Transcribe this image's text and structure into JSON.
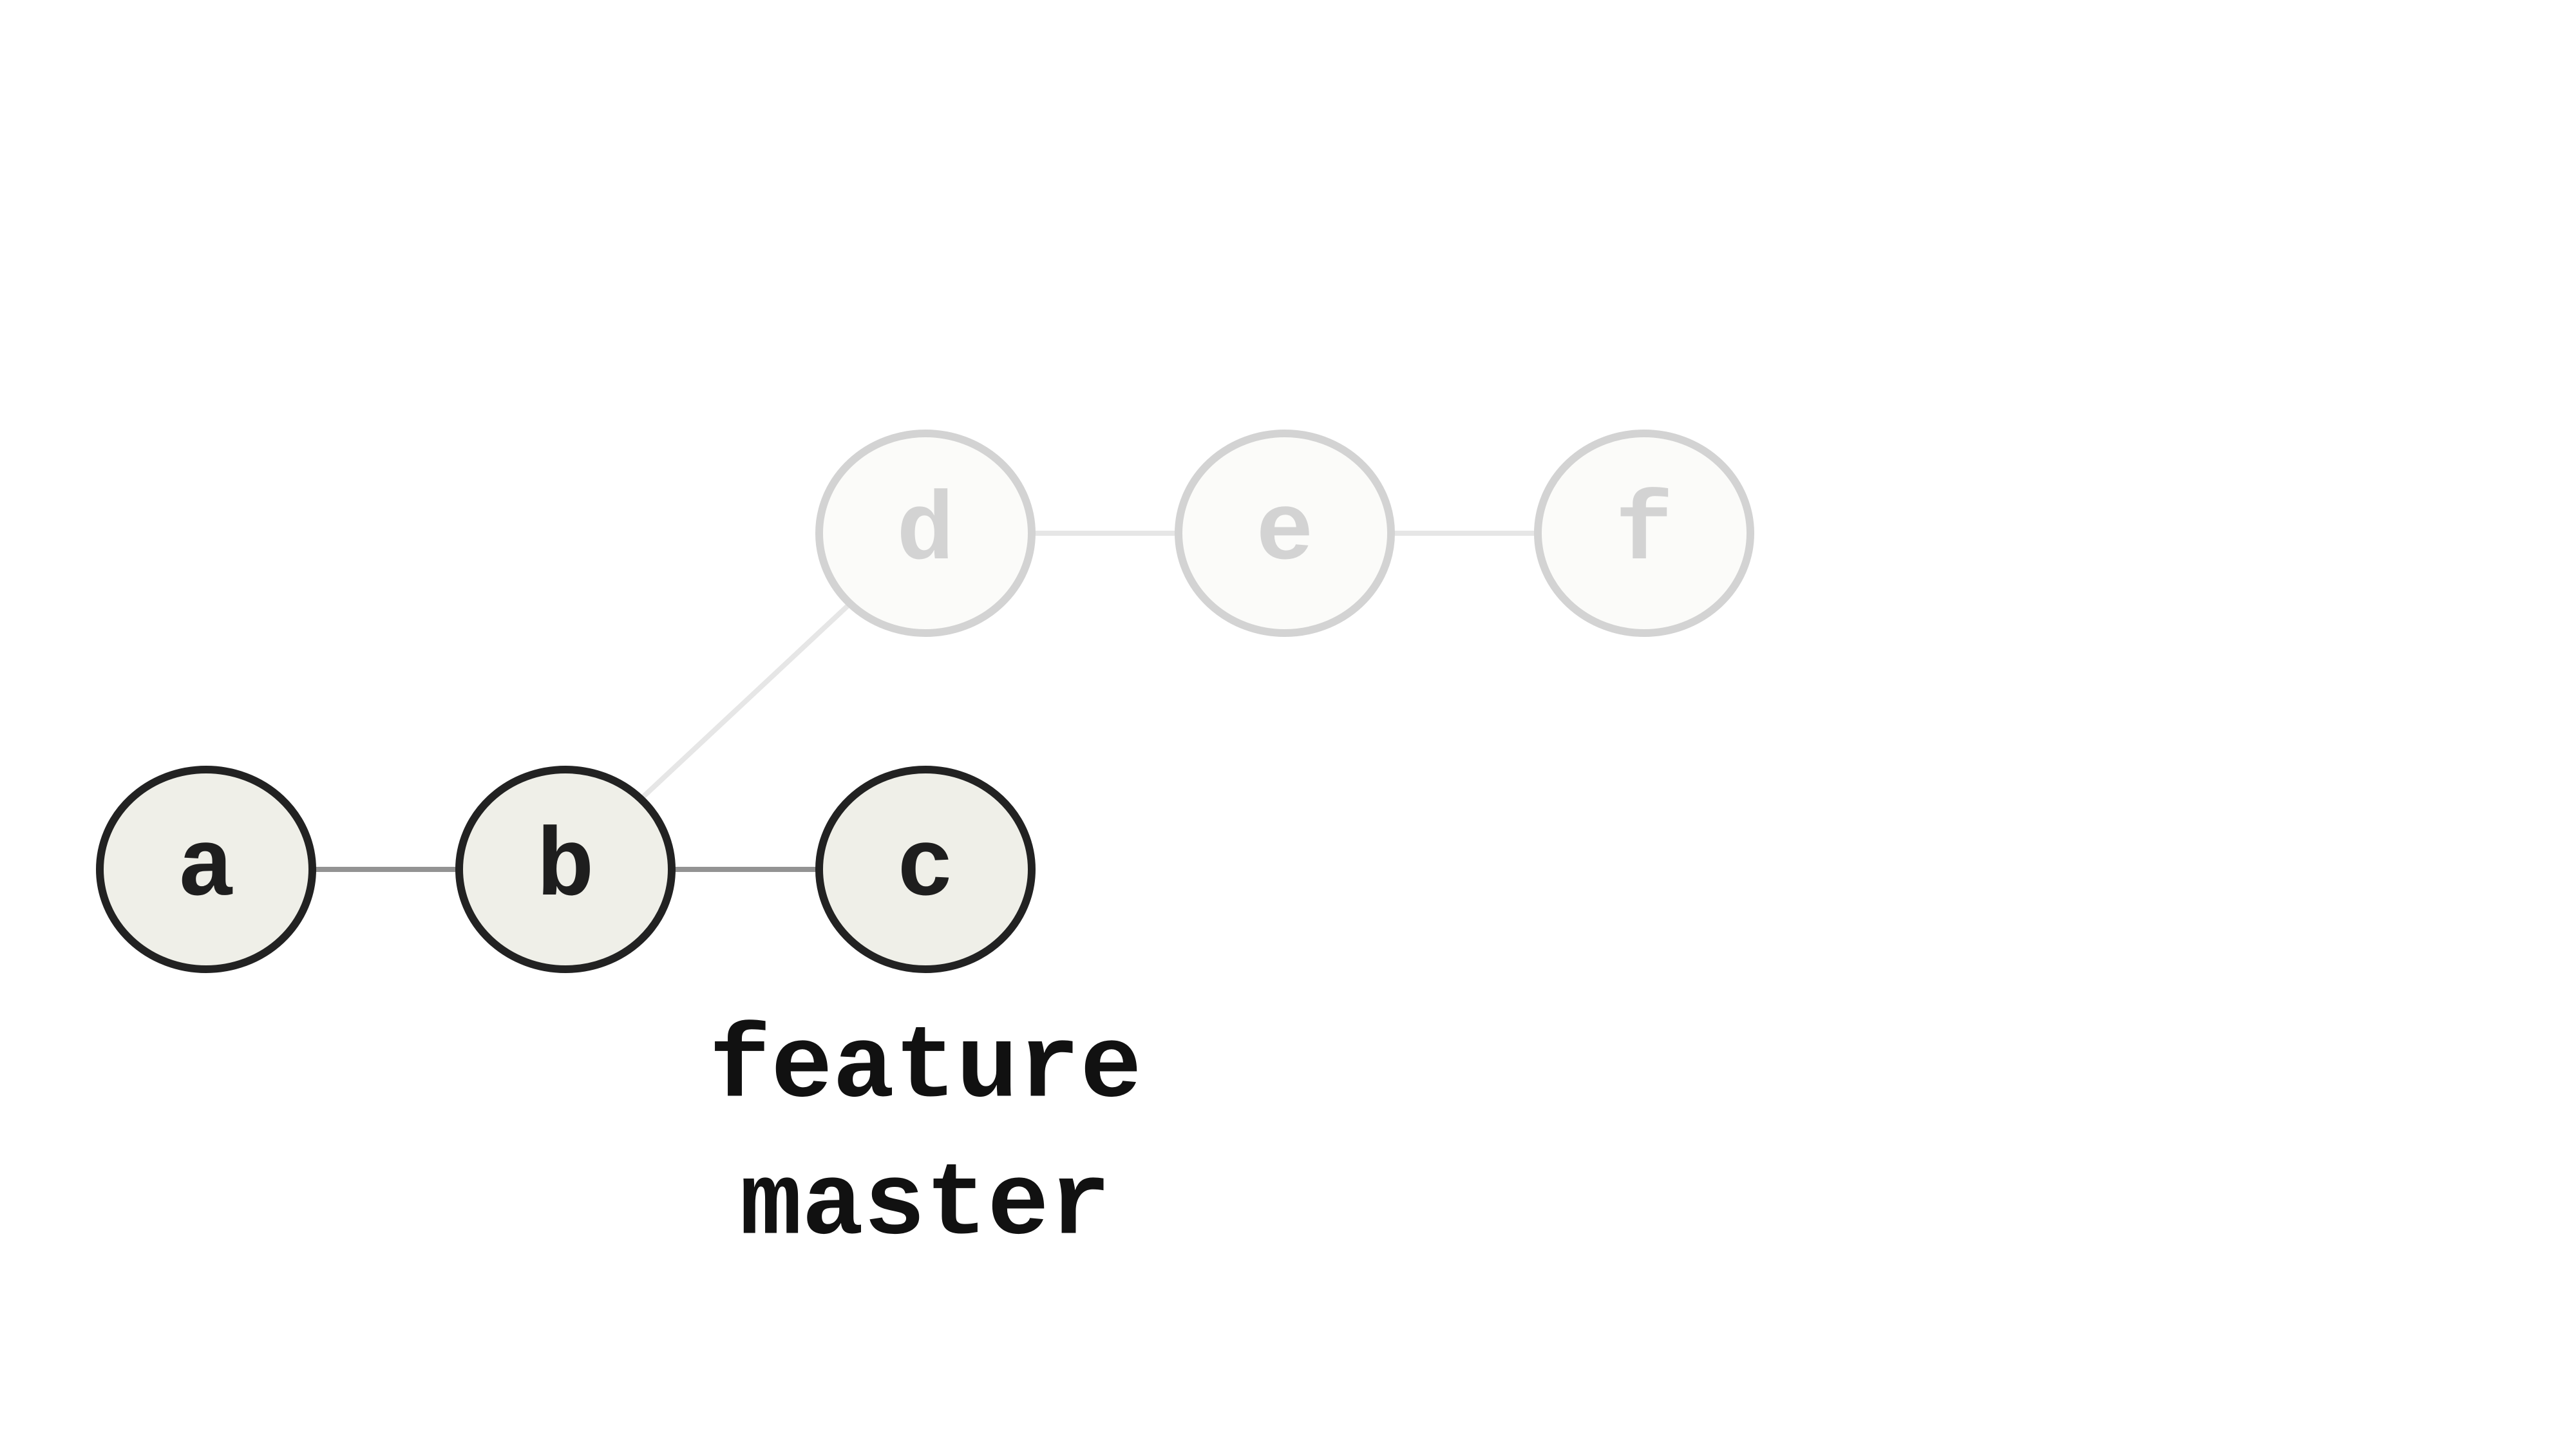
{
  "diagram": {
    "nodes": [
      {
        "id": "a",
        "label": "a",
        "state": "active"
      },
      {
        "id": "b",
        "label": "b",
        "state": "active"
      },
      {
        "id": "c",
        "label": "c",
        "state": "active"
      },
      {
        "id": "d",
        "label": "d",
        "state": "faded"
      },
      {
        "id": "e",
        "label": "e",
        "state": "faded"
      },
      {
        "id": "f",
        "label": "f",
        "state": "faded"
      }
    ],
    "edges": [
      {
        "from": "a",
        "to": "b",
        "state": "active"
      },
      {
        "from": "b",
        "to": "c",
        "state": "active"
      },
      {
        "from": "b",
        "to": "d",
        "state": "faded"
      },
      {
        "from": "d",
        "to": "e",
        "state": "faded"
      },
      {
        "from": "e",
        "to": "f",
        "state": "faded"
      }
    ],
    "branch_labels": [
      {
        "text": "feature",
        "target": "c"
      },
      {
        "text": "master",
        "target": "c"
      }
    ],
    "colors": {
      "active_fill": "#efefe8",
      "active_stroke": "#222222",
      "faded_fill": "#fbfbf9",
      "faded_stroke": "#d3d3d3",
      "active_edge": "#939393",
      "faded_edge": "#e6e6e6"
    }
  }
}
